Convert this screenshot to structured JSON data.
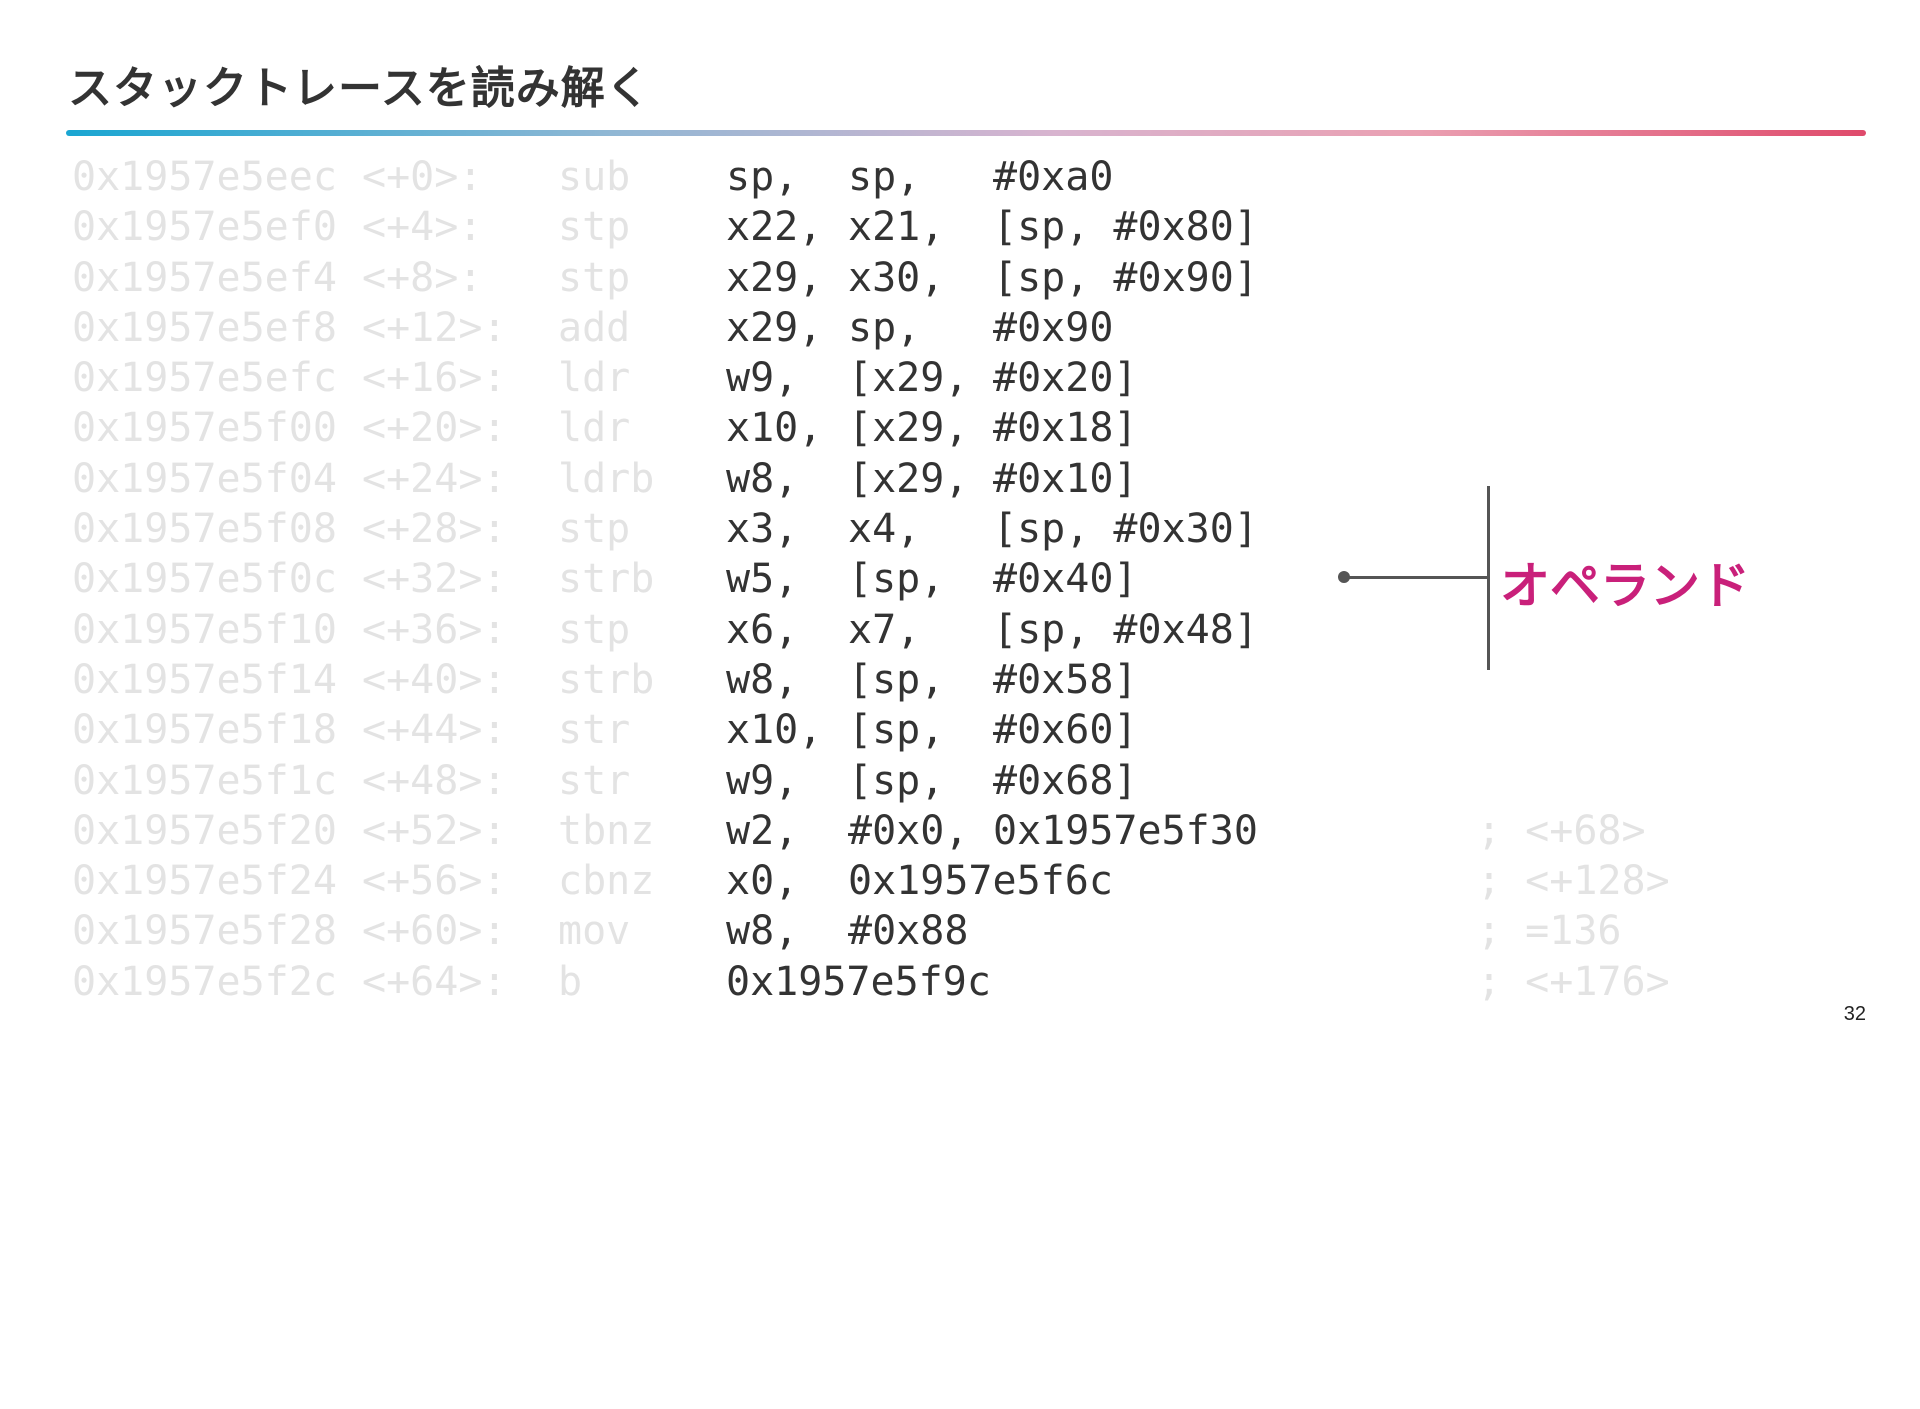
{
  "slide": {
    "title": "スタックトレースを読み解く",
    "page_number": "32"
  },
  "annotation": {
    "label": "オペランド",
    "color": "#c9207a"
  },
  "colors": {
    "dim_text": "#e3e3e3",
    "operand_text": "#333333",
    "title_rule_start": "#1aa6d2",
    "title_rule_end": "#df4a6b"
  },
  "listing": [
    {
      "addr": "0x1957e5eec",
      "off": "<+0>:",
      "mn": "sub",
      "op1": "sp,",
      "op2": "sp,",
      "op3": "#0xa0",
      "comment": ""
    },
    {
      "addr": "0x1957e5ef0",
      "off": "<+4>:",
      "mn": "stp",
      "op1": "x22,",
      "op2": "x21,",
      "op3": "[sp, #0x80]",
      "comment": ""
    },
    {
      "addr": "0x1957e5ef4",
      "off": "<+8>:",
      "mn": "stp",
      "op1": "x29,",
      "op2": "x30,",
      "op3": "[sp, #0x90]",
      "comment": ""
    },
    {
      "addr": "0x1957e5ef8",
      "off": "<+12>:",
      "mn": "add",
      "op1": "x29,",
      "op2": "sp,",
      "op3": "#0x90",
      "comment": ""
    },
    {
      "addr": "0x1957e5efc",
      "off": "<+16>:",
      "mn": "ldr",
      "op1": "w9,",
      "op2": "[x29,",
      "op3": "#0x20]",
      "comment": ""
    },
    {
      "addr": "0x1957e5f00",
      "off": "<+20>:",
      "mn": "ldr",
      "op1": "x10,",
      "op2": "[x29,",
      "op3": "#0x18]",
      "comment": ""
    },
    {
      "addr": "0x1957e5f04",
      "off": "<+24>:",
      "mn": "ldrb",
      "op1": "w8,",
      "op2": "[x29,",
      "op3": "#0x10]",
      "comment": ""
    },
    {
      "addr": "0x1957e5f08",
      "off": "<+28>:",
      "mn": "stp",
      "op1": "x3,",
      "op2": "x4,",
      "op3": "[sp, #0x30]",
      "comment": ""
    },
    {
      "addr": "0x1957e5f0c",
      "off": "<+32>:",
      "mn": "strb",
      "op1": "w5,",
      "op2": "[sp,",
      "op3": "#0x40]",
      "comment": ""
    },
    {
      "addr": "0x1957e5f10",
      "off": "<+36>:",
      "mn": "stp",
      "op1": "x6,",
      "op2": "x7,",
      "op3": "[sp, #0x48]",
      "comment": ""
    },
    {
      "addr": "0x1957e5f14",
      "off": "<+40>:",
      "mn": "strb",
      "op1": "w8,",
      "op2": "[sp,",
      "op3": "#0x58]",
      "comment": ""
    },
    {
      "addr": "0x1957e5f18",
      "off": "<+44>:",
      "mn": "str",
      "op1": "x10,",
      "op2": "[sp,",
      "op3": "#0x60]",
      "comment": ""
    },
    {
      "addr": "0x1957e5f1c",
      "off": "<+48>:",
      "mn": "str",
      "op1": "w9,",
      "op2": "[sp,",
      "op3": "#0x68]",
      "comment": ""
    },
    {
      "addr": "0x1957e5f20",
      "off": "<+52>:",
      "mn": "tbnz",
      "op1": "w2,",
      "op2": "#0x0,",
      "op3": "0x1957e5f30",
      "comment": "; <+68>"
    },
    {
      "addr": "0x1957e5f24",
      "off": "<+56>:",
      "mn": "cbnz",
      "op1": "x0,",
      "op2": "0x1957e5f6c",
      "op3": "",
      "comment": "; <+128>"
    },
    {
      "addr": "0x1957e5f28",
      "off": "<+60>:",
      "mn": "mov",
      "op1": "w8,",
      "op2": "#0x88",
      "op3": "",
      "comment": "; =136"
    },
    {
      "addr": "0x1957e5f2c",
      "off": "<+64>:",
      "mn": "b",
      "op1": "0x1957e5f9c",
      "op2": "",
      "op3": "",
      "comment": "; <+176>"
    }
  ]
}
